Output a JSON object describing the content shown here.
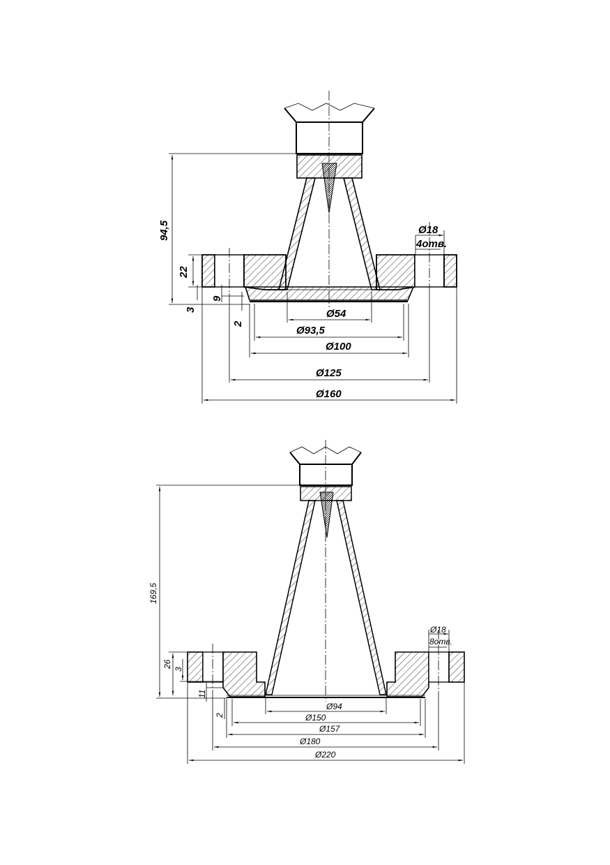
{
  "top": {
    "overall_height": "94,5",
    "flange_thickness": "22",
    "step_3": "3",
    "step_9": "9",
    "step_2": "2",
    "hole_dia": "Ø18",
    "hole_count": "4отв.",
    "d54": "Ø54",
    "d93_5": "Ø93,5",
    "d100": "Ø100",
    "d125": "Ø125",
    "d160": "Ø160"
  },
  "bottom": {
    "overall_height": "169,5",
    "flange_thickness": "26",
    "step_3": "3",
    "step_11": "11",
    "step_2": "2",
    "hole_dia": "Ø18",
    "hole_count": "8отв.",
    "d94": "Ø94",
    "d150": "Ø150",
    "d157": "Ø157",
    "d180": "Ø180",
    "d220": "Ø220"
  }
}
